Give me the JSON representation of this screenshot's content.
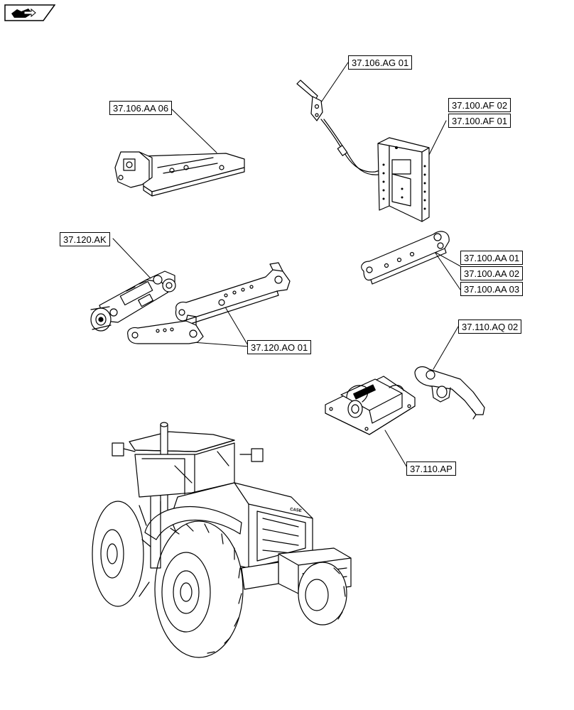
{
  "nav": {
    "icon": "back-arrow-icon"
  },
  "labels": {
    "ag01": "37.106.AG 01",
    "aa06": "37.106.AA 06",
    "af02": "37.100.AF 02",
    "af01": "37.100.AF 01",
    "ak": "37.120.AK",
    "aa01": "37.100.AA 01",
    "aa02": "37.100.AA 02",
    "aa03": "37.100.AA 03",
    "ao01": "37.120.AO 01",
    "aq02": "37.110.AQ 02",
    "ap": "37.110.AP",
    "brand": "CASE"
  }
}
